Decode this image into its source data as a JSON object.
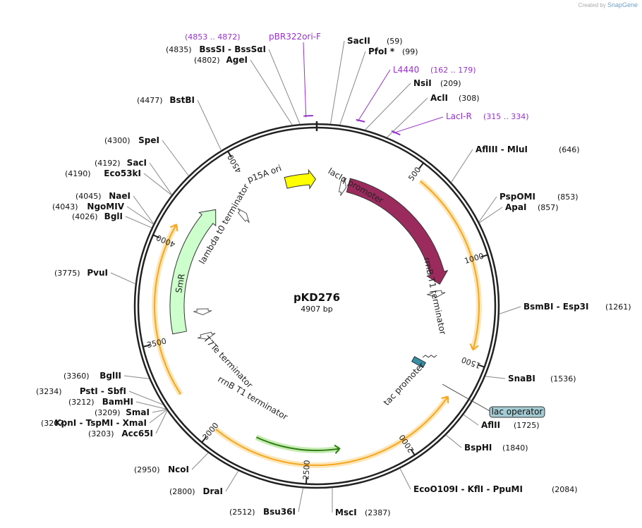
{
  "credit": {
    "prefix": "Created by",
    "brand": "SnapGene"
  },
  "plasmid": {
    "name": "pKD276",
    "length_label": "4907 bp",
    "length": 4907
  },
  "tick_labels": [
    {
      "pos": 500,
      "label": "500"
    },
    {
      "pos": 1000,
      "label": "1000"
    },
    {
      "pos": 1500,
      "label": "1500"
    },
    {
      "pos": 2000,
      "label": "2000"
    },
    {
      "pos": 2500,
      "label": "2500"
    },
    {
      "pos": 3000,
      "label": "3000"
    },
    {
      "pos": 3500,
      "label": "3500"
    },
    {
      "pos": 4000,
      "label": "4000"
    },
    {
      "pos": 4500,
      "label": "4500"
    }
  ],
  "enzymes": [
    {
      "name": "SacII",
      "pos_label": "(59)",
      "pos": 59
    },
    {
      "name": "PfoI *",
      "pos_label": "(99)",
      "pos": 99
    },
    {
      "name": "NsiI",
      "pos_label": "(209)",
      "pos": 209
    },
    {
      "name": "AclI",
      "pos_label": "(308)",
      "pos": 308
    },
    {
      "name": "AflIII - MluI",
      "pos_label": "(646)",
      "pos": 646
    },
    {
      "name": "PspOMI",
      "pos_label": "(853)",
      "pos": 853
    },
    {
      "name": "ApaI",
      "pos_label": "(857)",
      "pos": 857
    },
    {
      "name": "BsmBI - Esp3I",
      "pos_label": "(1261)",
      "pos": 1261
    },
    {
      "name": "SnaBI",
      "pos_label": "(1536)",
      "pos": 1536
    },
    {
      "name": "AflII",
      "pos_label": "(1725)",
      "pos": 1725
    },
    {
      "name": "BspHI",
      "pos_label": "(1840)",
      "pos": 1840
    },
    {
      "name": "EcoO109I - KflI - PpuMI",
      "pos_label": "(2084)",
      "pos": 2084
    },
    {
      "name": "MscI",
      "pos_label": "(2387)",
      "pos": 2387
    },
    {
      "name": "Bsu36I",
      "pos_label": "(2512)",
      "pos": 2512
    },
    {
      "name": "DraI",
      "pos_label": "(2800)",
      "pos": 2800
    },
    {
      "name": "NcoI",
      "pos_label": "(2950)",
      "pos": 2950
    },
    {
      "name": "Acc65I",
      "pos_label": "(3203)",
      "pos": 3203
    },
    {
      "name": "KpnI - TspMI - XmaI",
      "pos_label": "(3207)",
      "pos": 3207
    },
    {
      "name": "SmaI",
      "pos_label": "(3209)",
      "pos": 3209
    },
    {
      "name": "BamHI",
      "pos_label": "(3212)",
      "pos": 3212
    },
    {
      "name": "PstI - SbfI",
      "pos_label": "(3234)",
      "pos": 3234
    },
    {
      "name": "BglII",
      "pos_label": "(3360)",
      "pos": 3360
    },
    {
      "name": "PvuI",
      "pos_label": "(3775)",
      "pos": 3775
    },
    {
      "name": "BglI",
      "pos_label": "(4026)",
      "pos": 4026
    },
    {
      "name": "NgoMIV",
      "pos_label": "(4043)",
      "pos": 4043
    },
    {
      "name": "NaeI",
      "pos_label": "(4045)",
      "pos": 4045
    },
    {
      "name": "Eco53kI",
      "pos_label": "(4190)",
      "pos": 4190
    },
    {
      "name": "SacI",
      "pos_label": "(4192)",
      "pos": 4192
    },
    {
      "name": "SpeI",
      "pos_label": "(4300)",
      "pos": 4300
    },
    {
      "name": "BstBI",
      "pos_label": "(4477)",
      "pos": 4477
    },
    {
      "name": "AgeI",
      "pos_label": "(4802)",
      "pos": 4802
    },
    {
      "name": "BssSI - BssSαI",
      "pos_label": "(4835)",
      "pos": 4835
    }
  ],
  "primers": [
    {
      "name": "pBR322ori-F",
      "range_label": "(4853 .. 4872)",
      "start": 4853,
      "end": 4872
    },
    {
      "name": "L4440",
      "range_label": "(162 .. 179)",
      "start": 162,
      "end": 179
    },
    {
      "name": "LacI-R",
      "range_label": "(315 .. 334)",
      "start": 315,
      "end": 334
    }
  ],
  "features": [
    {
      "name": "p15A ori",
      "color": "#ffff00",
      "text_color": "#222222"
    },
    {
      "name": "lacI",
      "color": "#9b2b5d",
      "text_color": "#ffffff"
    },
    {
      "name": "SmR",
      "color": "#ccffcc",
      "text_color": "#222222"
    },
    {
      "name": "lacIq promoter",
      "color": "#ffffff"
    },
    {
      "name": "rrnB T1 terminator",
      "color": "#ffffff"
    },
    {
      "name": "tac promoter",
      "color": "#ffffff"
    },
    {
      "name": "lac operator",
      "color": "#a4ccd4"
    },
    {
      "name": "lambda t0 terminator",
      "color": "#ffffff"
    },
    {
      "name": "T7Te terminator",
      "color": "#ffffff"
    },
    {
      "name": "rrnB T1 terminator",
      "color": "#ffffff"
    }
  ],
  "colors": {
    "primer": "#9933cc",
    "orf_fill": "#f5a623",
    "orf_glow": "#fde7b8",
    "backbone": "#222222",
    "green_orf": "#2e7d10"
  }
}
